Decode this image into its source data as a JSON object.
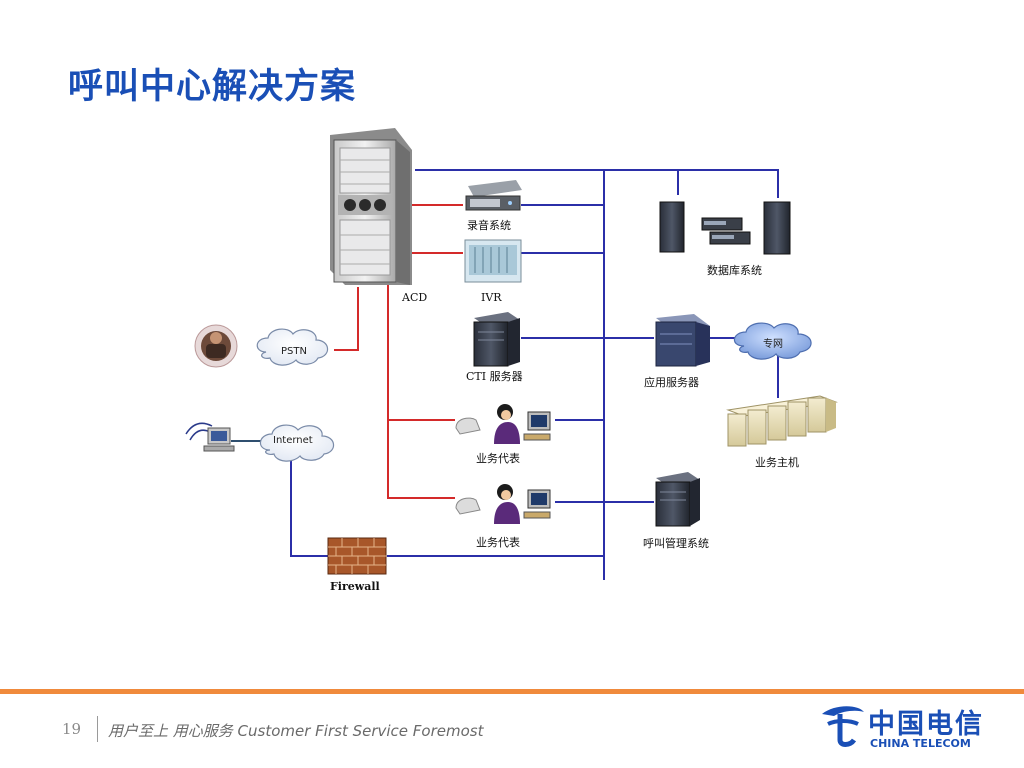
{
  "title": "呼叫中心解决方案",
  "diagram": {
    "nodes": {
      "acd": "ACD",
      "recording": "录音系统",
      "ivr": "IVR",
      "database": "数据库系统",
      "pstn": "PSTN",
      "cti": "CTI 服务器",
      "app_server": "应用服务器",
      "private_net": "专网",
      "internet": "Internet",
      "agent1": "业务代表",
      "host": "业务主机",
      "agent2": "业务代表",
      "call_mgmt": "呼叫管理系统",
      "firewall": "Firewall"
    },
    "colors": {
      "lan": "#2b2fa8",
      "voice": "#d42a2a",
      "data": "#2f4f6f"
    }
  },
  "footer": {
    "page_number": "19",
    "slogan": "用户至上 用心服务 Customer First Service Foremost",
    "logo_cn": "中国电信",
    "logo_en": "CHINA TELECOM"
  }
}
